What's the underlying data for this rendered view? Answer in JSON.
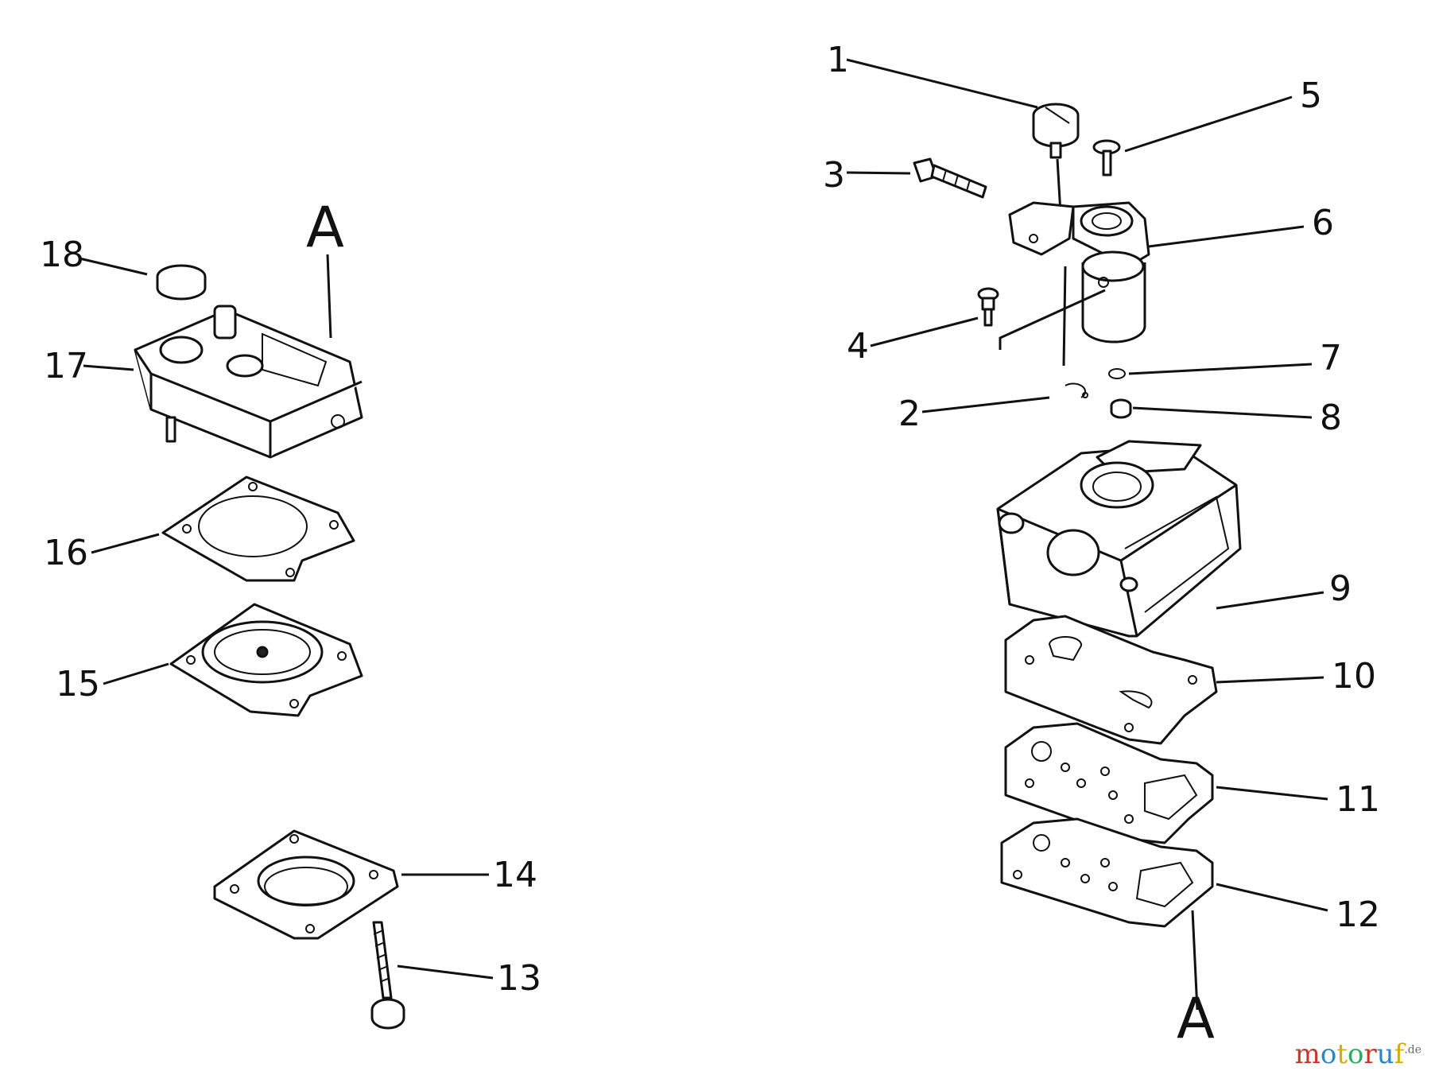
{
  "diagram": {
    "markers": {
      "left": "A",
      "right": "A"
    },
    "callouts": [
      "1",
      "2",
      "3",
      "4",
      "5",
      "6",
      "7",
      "8",
      "9",
      "10",
      "11",
      "12",
      "13",
      "14",
      "15",
      "16",
      "17",
      "18"
    ]
  },
  "watermark": {
    "text": "motoruf",
    "suffix": ".de",
    "colors": [
      "#c0392b",
      "#2e86c1",
      "#d4ac0d",
      "#27ae60"
    ]
  }
}
